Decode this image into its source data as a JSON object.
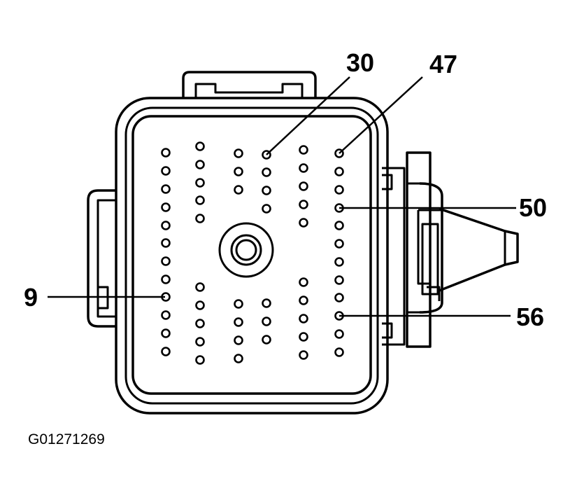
{
  "callouts": {
    "pin_30": "30",
    "pin_47": "47",
    "pin_50": "50",
    "pin_9": "9",
    "pin_56": "56"
  },
  "figure_id": "G01271269",
  "colors": {
    "ink": "#000000",
    "paper": "#ffffff"
  }
}
